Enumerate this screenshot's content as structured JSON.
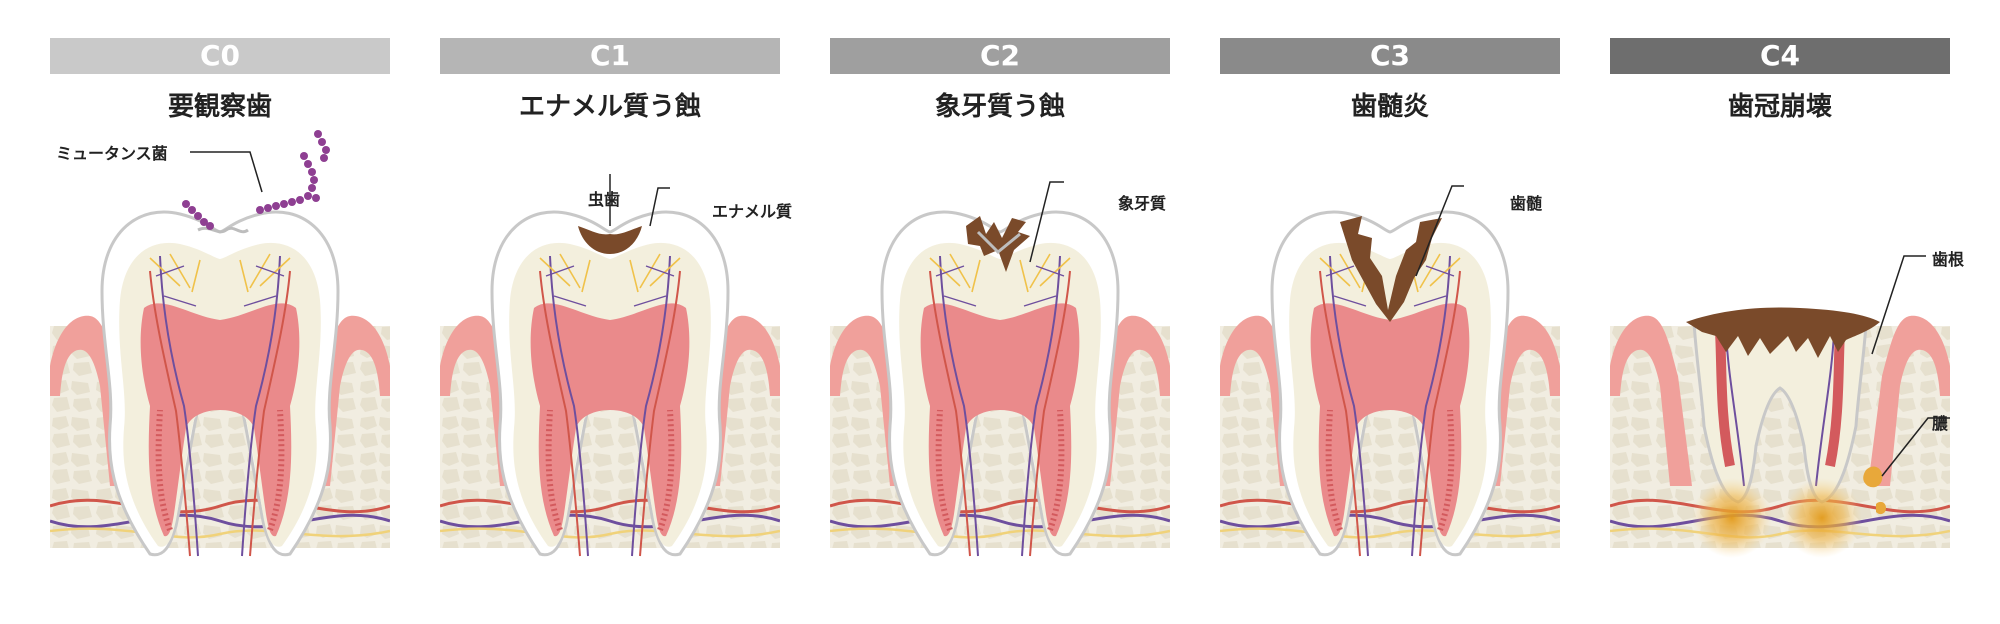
{
  "stages": [
    {
      "code": "C0",
      "title": "要観察歯",
      "header_color": "#c9c9c9"
    },
    {
      "code": "C1",
      "title": "エナメル質う蝕",
      "header_color": "#b5b5b5"
    },
    {
      "code": "C2",
      "title": "象牙質う蝕",
      "header_color": "#9f9f9f"
    },
    {
      "code": "C3",
      "title": "歯髄炎",
      "header_color": "#8a8a8a"
    },
    {
      "code": "C4",
      "title": "歯冠崩壊",
      "header_color": "#6e6e6e"
    }
  ],
  "callouts": {
    "mutans": "ミュータンス菌",
    "cavity": "虫歯",
    "enamel": "エナメル質",
    "dentin": "象牙質",
    "pulp": "歯髄",
    "root": "歯根",
    "pus": "膿"
  },
  "colors": {
    "enamel": "#ffffff",
    "dentin": "#f2eedb",
    "pulp": "#e9878a",
    "gum": "#ef9a96",
    "bone": "#efeadc",
    "decay": "#7a4a2a",
    "bacteria": "#8e3f92",
    "pus": "#e8a83a"
  }
}
